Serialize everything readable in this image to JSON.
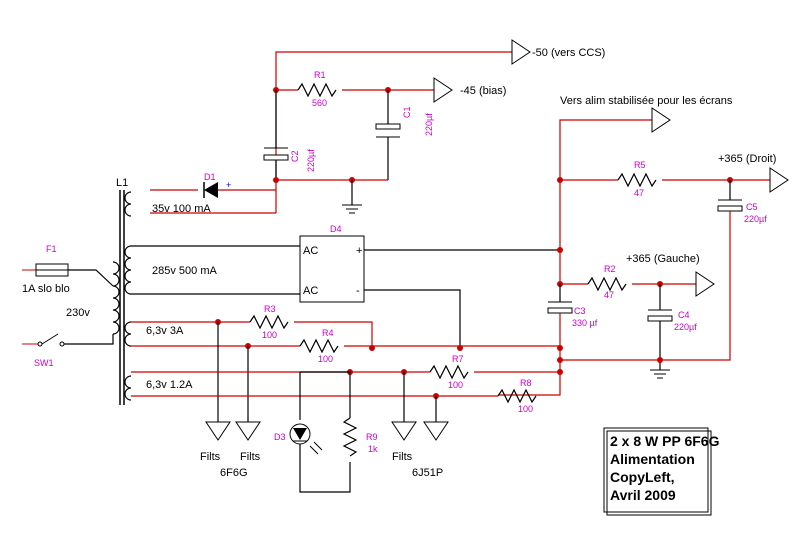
{
  "labels": {
    "out_minus50": "-50 (vers CCS)",
    "out_minus45": "-45 (bias)",
    "out_screens": "Vers alim stabilisée pour les écrans",
    "out_right": "+365 (Droit)",
    "out_left": "+365 (Gauche)",
    "L1": "L1",
    "F1": "F1",
    "fuse_value": "1A slo blo",
    "mains": "230v",
    "SW1": "SW1",
    "sec1": "35v 100 mA",
    "sec2": "285v 500 mA",
    "sec3": "6,3v 3A",
    "sec4": "6,3v 1.2A",
    "D1": "D1",
    "D3": "D3",
    "D4": "D4",
    "AC1": "AC",
    "AC2": "AC",
    "plus": "+",
    "minus": "-",
    "R1": "R1",
    "R1v": "560",
    "R2": "R2",
    "R2v": "47",
    "R3": "R3",
    "R3v": "100",
    "R4": "R4",
    "R4v": "100",
    "R5": "R5",
    "R5v": "47",
    "R7": "R7",
    "R7v": "100",
    "R8": "R8",
    "R8v": "100",
    "R9": "R9",
    "R9v": "1k",
    "C1": "C1",
    "C1v": "220µf",
    "C2": "C2",
    "C2v": "220µf",
    "C3": "C3",
    "C3v": "330 µf",
    "C4": "C4",
    "C4v": "220µf",
    "C5": "C5",
    "C5v": "220µf",
    "filts_a": "Filts",
    "filts_b": "Filts",
    "filts_c": "Filts",
    "tube1": "6F6G",
    "tube2": "6J51P"
  },
  "title_box": {
    "line1": "2 x 8 W PP 6F6G",
    "line2": "Alimentation",
    "line3": "CopyLeft,",
    "line4": "Avril 2009"
  }
}
